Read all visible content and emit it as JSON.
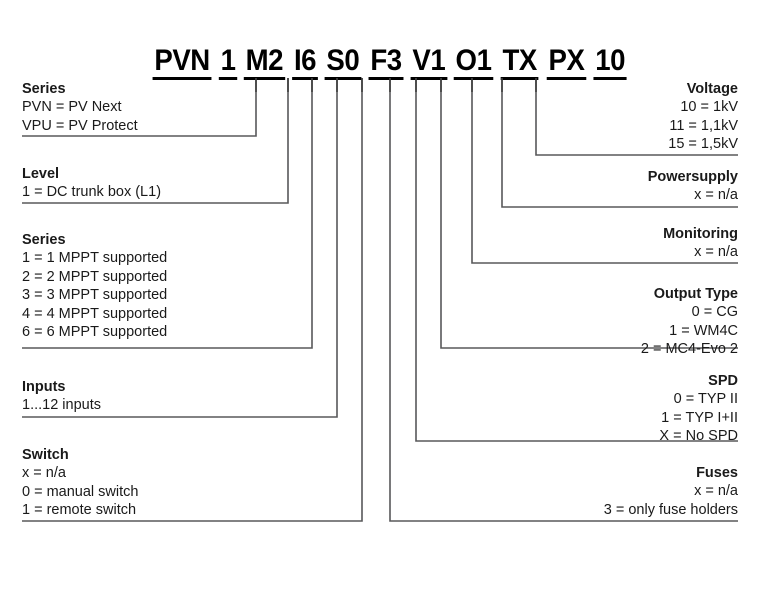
{
  "code": {
    "segments": [
      "PVN",
      "1",
      "M2",
      "I6",
      "S0",
      "F3",
      "V1",
      "O1",
      "TX",
      "PX",
      "10"
    ]
  },
  "left_blocks": [
    {
      "id": "series-type",
      "heading": "Series",
      "rows": [
        "PVN = PV Next",
        "VPU = PV Protect"
      ]
    },
    {
      "id": "level",
      "heading": "Level",
      "rows": [
        "1 = DC trunk box (L1)"
      ]
    },
    {
      "id": "series-mppt",
      "heading": "Series",
      "rows": [
        "1 = 1 MPPT supported",
        "2 = 2 MPPT supported",
        "3 = 3 MPPT supported",
        "4 = 4 MPPT supported",
        "6 = 6 MPPT supported"
      ]
    },
    {
      "id": "inputs",
      "heading": "Inputs",
      "rows": [
        "1...12 inputs"
      ]
    },
    {
      "id": "switch",
      "heading": "Switch",
      "rows": [
        "x = n/a",
        "0 = manual switch",
        "1 = remote switch"
      ]
    }
  ],
  "right_blocks": [
    {
      "id": "voltage",
      "heading": "Voltage",
      "rows": [
        "10 = 1kV",
        "11 = 1,1kV",
        "15 = 1,5kV"
      ]
    },
    {
      "id": "powersupply",
      "heading": "Powersupply",
      "rows": [
        "x = n/a"
      ]
    },
    {
      "id": "monitoring",
      "heading": "Monitoring",
      "rows": [
        "x = n/a"
      ]
    },
    {
      "id": "output-type",
      "heading": "Output Type",
      "rows": [
        "0 = CG",
        "1 = WM4C",
        "2 = MC4-Evo 2"
      ]
    },
    {
      "id": "spd",
      "heading": "SPD",
      "rows": [
        "0 = TYP II",
        "1 = TYP I+II",
        "X = No SPD"
      ]
    },
    {
      "id": "fuses",
      "heading": "Fuses",
      "rows": [
        "x = n/a",
        "3 = only fuse holders"
      ]
    }
  ],
  "colors": {
    "rule": "#58585a",
    "text": "#1a1a1a",
    "code": "#000000",
    "background": "#ffffff"
  }
}
